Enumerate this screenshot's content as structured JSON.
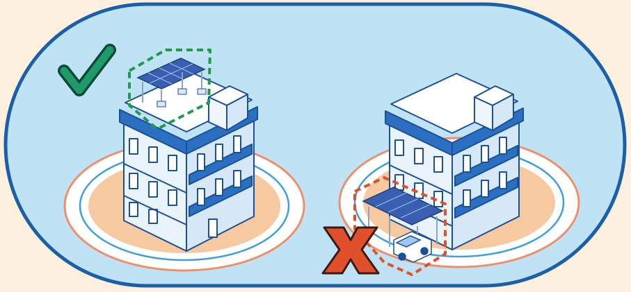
{
  "panel": {
    "background": "#bfe3f5",
    "border": "#1a5fa8",
    "page_background": "#fdf0df"
  },
  "scenes": [
    {
      "id": "left",
      "verdict": "correct",
      "mark_icon": "checkmark-icon",
      "mark_color": "#1f9a6a",
      "highlight": "rooftop-solar-array",
      "highlight_color": "#1f9a4a"
    },
    {
      "id": "right",
      "verdict": "incorrect",
      "mark_icon": "cross-icon",
      "mark_color": "#e0502a",
      "highlight": "ground-carport-solar-array",
      "highlight_color": "#e0502a"
    }
  ],
  "colors": {
    "ground_fill": "#f7c9a0",
    "ground_ring_outer": "#f08e6a",
    "ground_ring_inner": "#3d9fe0",
    "building_outline": "#1a4f9c",
    "building_wall": "#e8f3fb",
    "roof_tile": "#2a6fc0",
    "panel": "#3a5fb0"
  }
}
